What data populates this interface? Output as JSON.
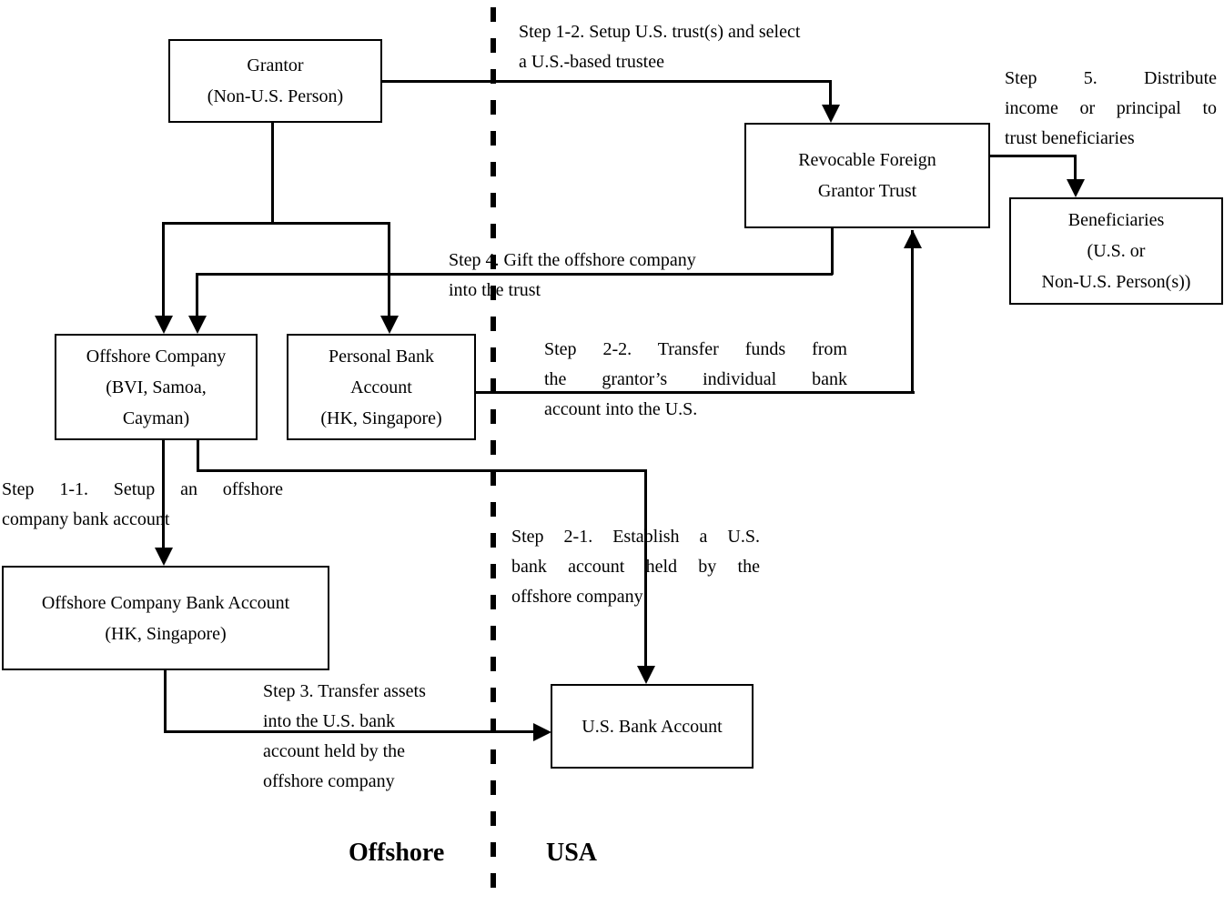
{
  "nodes": {
    "grantor": {
      "lines": [
        "Grantor",
        "(Non-U.S. Person)"
      ]
    },
    "revocable_foreign_grantor_trust": {
      "lines": [
        "Revocable Foreign",
        "Grantor Trust"
      ]
    },
    "beneficiaries": {
      "lines": [
        "Beneficiaries",
        "(U.S. or",
        "Non-U.S. Person(s))"
      ]
    },
    "offshore_company": {
      "lines": [
        "Offshore Company",
        "(BVI, Samoa,",
        "Cayman)"
      ]
    },
    "personal_bank_account": {
      "lines": [
        "Personal Bank",
        "Account",
        "(HK, Singapore)"
      ]
    },
    "offshore_company_bank_account": {
      "lines": [
        "Offshore Company Bank Account",
        "(HK, Singapore)"
      ]
    },
    "us_bank_account": {
      "lines": [
        "U.S. Bank Account"
      ]
    }
  },
  "steps": {
    "step_1_1": {
      "lines": [
        "Step 1-1. Setup an offshore",
        "company bank account"
      ]
    },
    "step_1_2": {
      "lines": [
        "Step 1-2. Setup U.S. trust(s) and select",
        "a U.S.-based trustee"
      ]
    },
    "step_2_1": {
      "lines": [
        "Step 2-1. Establish a U.S.",
        "bank account held by the",
        "offshore company"
      ]
    },
    "step_2_2": {
      "lines": [
        "Step 2-2. Transfer funds from",
        "the grantor’s individual bank",
        "account into the U.S."
      ]
    },
    "step_3": {
      "lines": [
        "Step 3. Transfer assets",
        "into the U.S. bank",
        "account held by the",
        "offshore company"
      ]
    },
    "step_4": {
      "lines": [
        "Step 4. Gift the offshore company",
        "into the trust"
      ]
    },
    "step_5": {
      "lines": [
        "Step 5. Distribute",
        "income or principal to",
        "trust beneficiaries"
      ]
    }
  },
  "regions": {
    "offshore": "Offshore",
    "usa": "USA"
  },
  "colors": {
    "line": "#000000",
    "background": "#ffffff",
    "text": "#000000"
  }
}
